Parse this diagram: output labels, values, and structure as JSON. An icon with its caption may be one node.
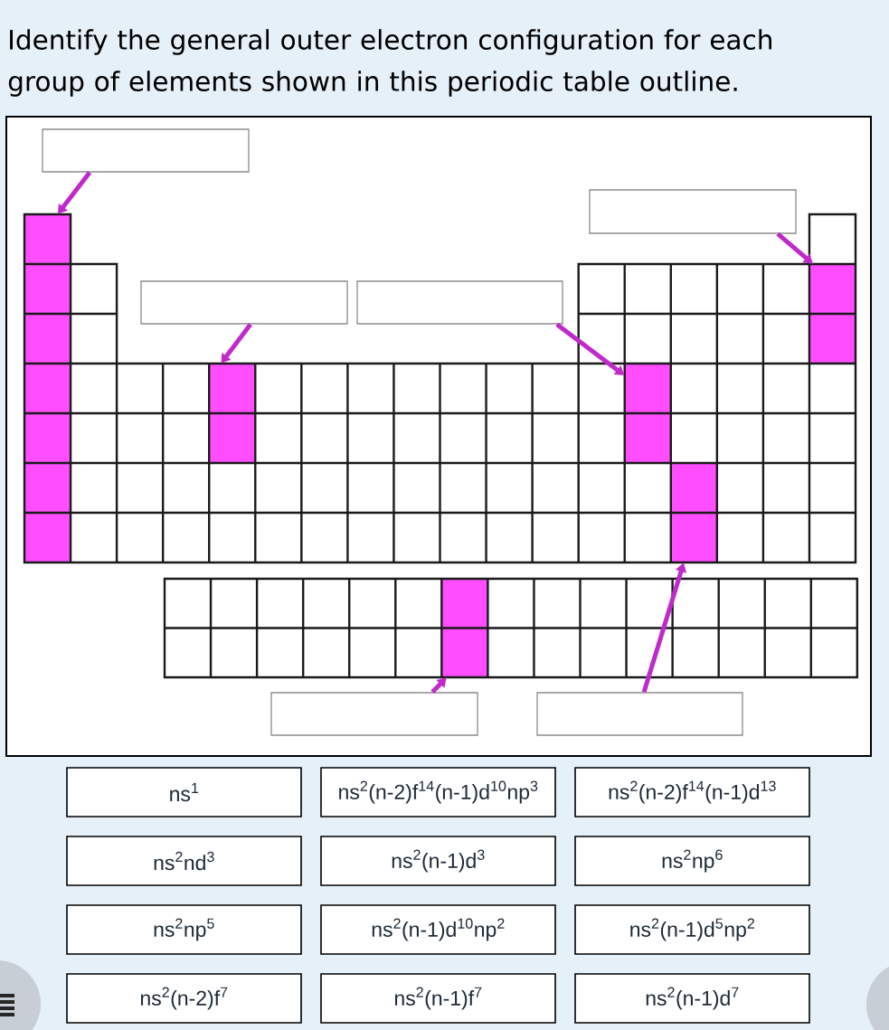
{
  "diagram": {
    "title": "Identify the general outer electron configuration for each group of elements shown in this periodic table outline.",
    "nodes": [
      {
        "text": [],
        "shape": "box"
      },
      {
        "text": [],
        "shape": "box"
      },
      {
        "text": [],
        "shape": "box"
      },
      {
        "text": [],
        "shape": "box"
      },
      {
        "text": [],
        "shape": "box"
      },
      {
        "text": [],
        "shape": "box"
      },
      {
        "text": [],
        "shape": "bar"
      },
      {
        "text": [],
        "shape": "bar"
      },
      {
        "text": [],
        "shape": "bar"
      },
      {
        "text": [],
        "shape": "bar"
      },
      {
        "text": [],
        "shape": "bar"
      },
      {
        "text": [],
        "shape": "bar"
      },
      {
        "text": [
          "ns$^{1}$"
        ]
      },
      {
        "text": [
          "ns$^{2}$(n-2)f$^{14}$(n-1)d$^{10}$np$^{3}$"
        ]
      },
      {
        "text": [
          "ns$^{2}$(n-2)f$^{14}$(n-1)d$^{13}$"
        ]
      },
      {
        "text": [
          "ns$^{2}$nd$^{3}$"
        ]
      },
      {
        "text": [
          "ns$^{2}$(n-1)d$^{3}$"
        ]
      },
      {
        "text": [
          "ns$^{2}$np$^{6}$"
        ]
      },
      {
        "text": [
          "ns$^{2}$np$^{5}$"
        ]
      },
      {
        "text": [
          "ns$^{2}$(n-1)d$^{10}$np$^{2}$"
        ]
      },
      {
        "text": [
          "ns$^{2}$(n-1)d$^{5}$np$^{2}$"
        ]
      },
      {
        "text": [
          "ns$^{2}$(n-2)f$^{7}$"
        ]
      },
      {
        "text": [
          "ns$^{2}$(n-1)f$^{7}$"
        ]
      },
      {
        "text": [
          "ns$^{2}$(n-1)d$^{7}$"
        ]
      }
    ],
    "edges": [
      {
        "from": 0,
        "to": 6,
        "arrow": "to"
      },
      {
        "from": 1,
        "to": 7,
        "arrow": "to"
      },
      {
        "from": 2,
        "to": 8,
        "arrow": "to"
      },
      {
        "from": 3,
        "to": 9,
        "arrow": "to"
      },
      {
        "from": 4,
        "to": 11,
        "arrow": "to"
      },
      {
        "from": 5,
        "to": 10,
        "arrow": "to"
      }
    ]
  }
}
